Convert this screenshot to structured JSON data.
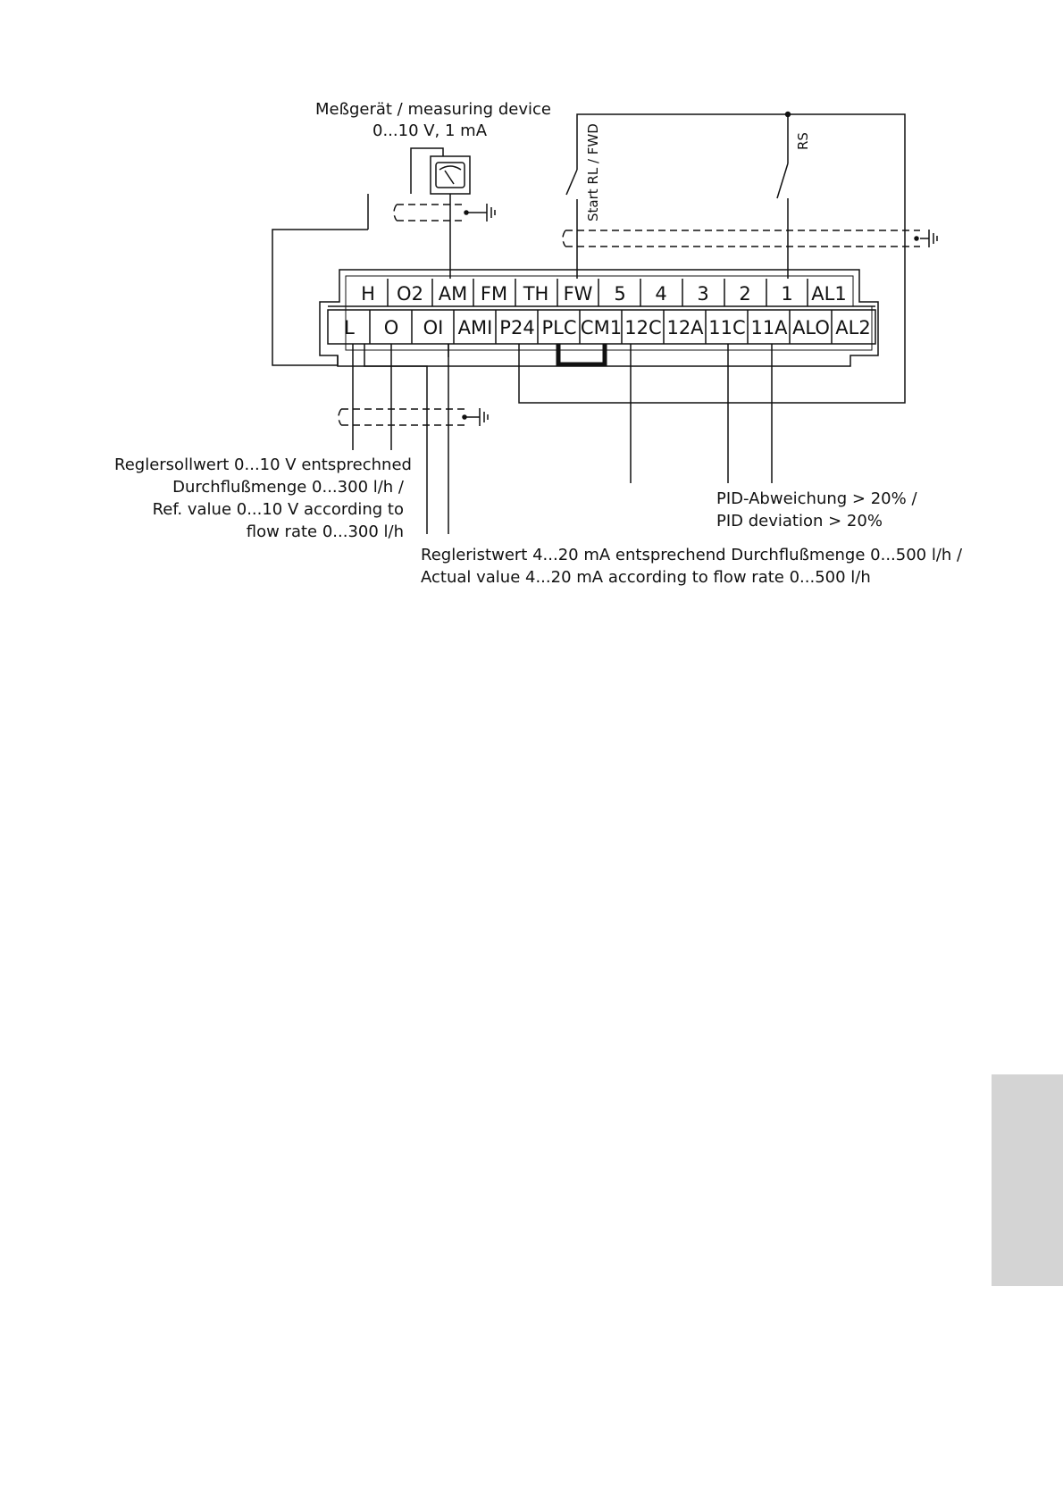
{
  "meter": {
    "title": "Meßgerät / measuring device",
    "spec": "0...10 V, 1 mA"
  },
  "switches": {
    "start_label": "Start RL / FWD",
    "reset_label": "RS"
  },
  "terminals": {
    "top_row": [
      "H",
      "O2",
      "AM",
      "FM",
      "TH",
      "FW",
      "5",
      "4",
      "3",
      "2",
      "1",
      "AL1"
    ],
    "bottom_row": [
      "L",
      "O",
      "OI",
      "AMI",
      "P24",
      "PLC",
      "CM1",
      "12C",
      "12A",
      "11C",
      "11A",
      "ALO",
      "AL2"
    ]
  },
  "labels": {
    "setpoint": [
      "Reglersollwert 0...10 V entsprechned",
      "Durchflußmenge 0...300 l/h /",
      "Ref. value 0...10 V according to",
      "flow rate 0...300 l/h"
    ],
    "pid": [
      "PID-Abweichung > 20% /",
      "PID deviation > 20%"
    ],
    "actual": [
      "Regleristwert 4...20 mA entsprechend Durchflußmenge 0...500 l/h /",
      "Actual value 4...20 mA according to flow rate 0...500 l/h"
    ]
  }
}
